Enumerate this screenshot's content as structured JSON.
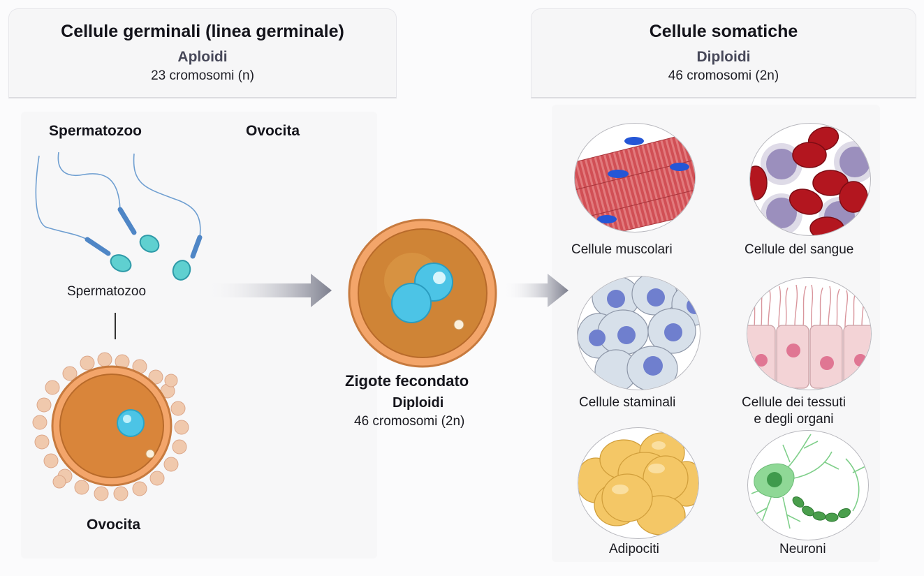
{
  "germinal_panel": {
    "title": "Cellule germinali (linea germinale)",
    "ploidy": "Aploidi",
    "chromosomes": "23 cromosomi (n)"
  },
  "somatic_panel": {
    "title": "Cellule somatiche",
    "ploidy": "Diploidi",
    "chromosomes": "46 cromosomi (2n)"
  },
  "germinal_area": {
    "header_sperm": "Spermatozoo",
    "header_egg": "Ovocita",
    "sperm_label": "Spermatozoo",
    "egg_label": "Ovocita"
  },
  "zygote": {
    "title": "Zigote fecondato",
    "ploidy": "Diploidi",
    "chromosomes": "46 cromosomi (2n)"
  },
  "somatic_cells": [
    {
      "label": "Cellule muscolari",
      "icon": "muscle-cells-icon"
    },
    {
      "label": "Cellule del sangue",
      "icon": "blood-cells-icon"
    },
    {
      "label": "Cellule staminali",
      "icon": "stem-cells-icon"
    },
    {
      "label": "Cellule dei tessuti",
      "label_line2": "e degli organi",
      "icon": "tissue-cells-icon"
    },
    {
      "label": "Adipociti",
      "icon": "adipocytes-icon"
    },
    {
      "label": "Neuroni",
      "icon": "neuron-icon"
    }
  ],
  "colors": {
    "arrow": "#7d7f8e",
    "egg_orange": "#d9883f",
    "nucleus_cyan": "#4cc4e6",
    "sperm_blue": "#5a8fc8",
    "muscle_red": "#c9434a",
    "blood_red": "#b3161f",
    "stem_gray": "#d7e0ea",
    "tissue_pink": "#f3d3d6",
    "fat_yellow": "#f4c766",
    "neuron_green": "#8fd896"
  }
}
